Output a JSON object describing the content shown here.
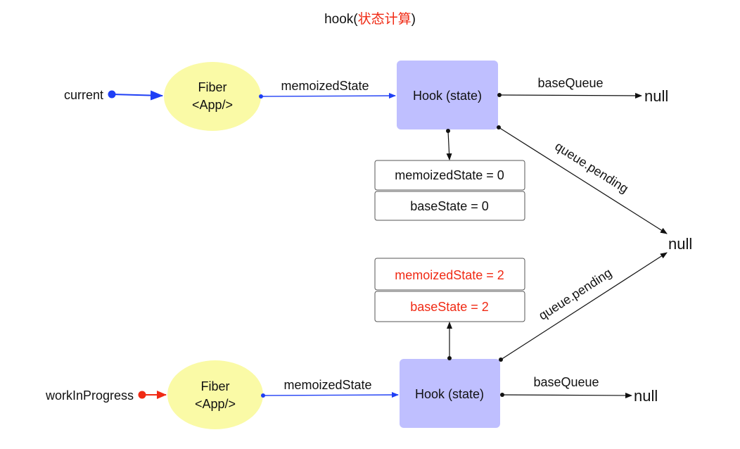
{
  "title": {
    "prefix": "hook(",
    "highlight": "状态计算",
    "suffix": ")"
  },
  "colors": {
    "blue": "#1f3ff5",
    "red": "#f02a14",
    "fiber_fill": "#fafaa6",
    "hook_fill": "#bfbfff",
    "ink": "#111111"
  },
  "current": {
    "pointer_label": "current",
    "fiber_line1": "Fiber",
    "fiber_line2": "<App/>",
    "memoized_label": "memoizedState",
    "hook_label": "Hook (state)",
    "base_queue_label": "baseQueue",
    "base_queue_null": "null",
    "queue_pending_label": "queue.pending",
    "state_memoized": "memoizedState = 0",
    "state_base": "baseState = 0"
  },
  "shared_null": "null",
  "wip": {
    "pointer_label": "workInProgress",
    "fiber_line1": "Fiber",
    "fiber_line2": "<App/>",
    "memoized_label": "memoizedState",
    "hook_label": "Hook (state)",
    "base_queue_label": "baseQueue",
    "base_queue_null": "null",
    "queue_pending_label": "queue.pending",
    "state_memoized": "memoizedState = 2",
    "state_base": "baseState = 2"
  }
}
